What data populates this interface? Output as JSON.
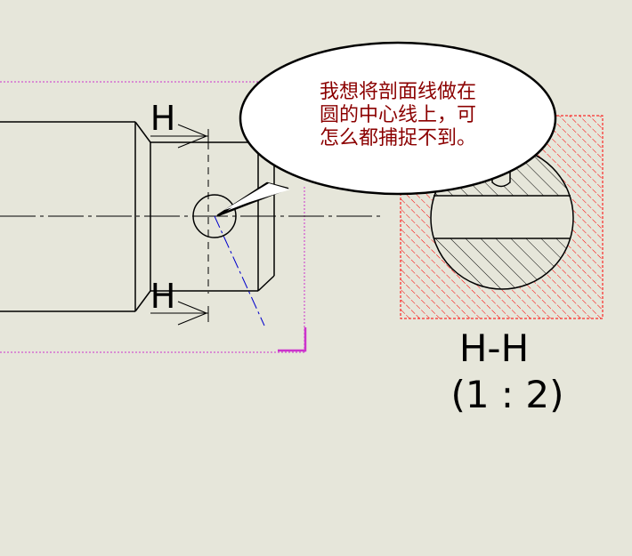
{
  "drawing": {
    "section_marker_top": "H",
    "section_marker_bottom": "H",
    "section_view_title": "H-H",
    "section_view_scale": "(1 : 2)"
  },
  "callout": {
    "line1": "我想将剖面线做在",
    "line2": "圆的中心线上，可",
    "line3": "怎么都捕捉不到。",
    "text_color": "#8b0000"
  },
  "colors": {
    "background": "#e6e6da",
    "geometry": "#000000",
    "hatch": "#ff0000",
    "selection_box": "#cc33cc",
    "section_line": "#0000cc"
  }
}
